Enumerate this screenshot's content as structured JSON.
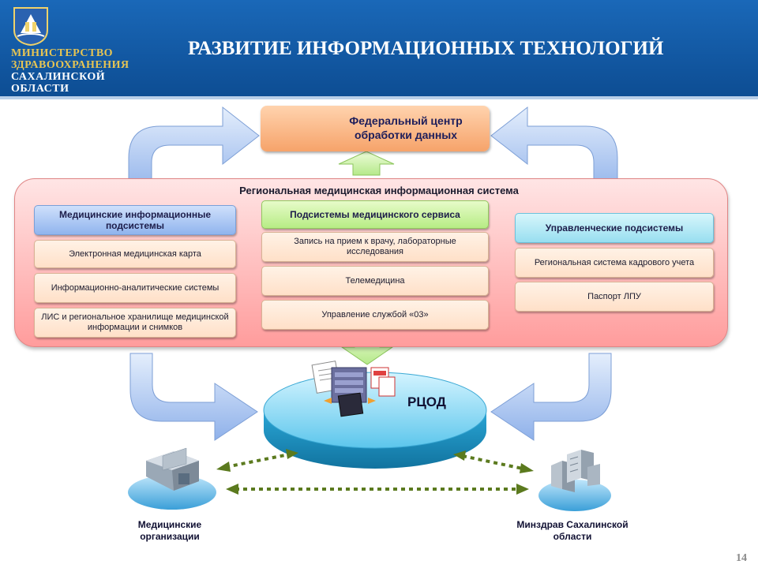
{
  "header": {
    "ministry_line1": "МИНИСТЕРСТВО",
    "ministry_line2": "ЗДРАВООХРАНЕНИЯ",
    "ministry_line3": "САХАЛИНСКОЙ",
    "ministry_line4": "ОБЛАСТИ",
    "title": "РАЗВИТИЕ ИНФОРМАЦИОННЫХ ТЕХНОЛОГИЙ"
  },
  "federal_center": {
    "line1": "Федеральный центр",
    "line2": "обработки данных"
  },
  "regional_system": {
    "title": "Региональная медицинская информационная система",
    "columns": [
      {
        "header": "Медицинские информационные подсистемы",
        "items": [
          "Электронная медицинская карта",
          "Информационно-аналитические системы",
          "ЛИС и региональное хранилище медицинской информации и снимков"
        ]
      },
      {
        "header": "Подсистемы медицинского сервиса",
        "items": [
          "Запись на прием к врачу, лабораторные исследования",
          "Телемедицина",
          "Управление службой «03»"
        ]
      },
      {
        "header": "Управленческие подсистемы",
        "items": [
          "Региональная система кадрового учета",
          "Паспорт ЛПУ"
        ]
      }
    ]
  },
  "rcod": {
    "label": "РЦОД"
  },
  "endpoints": {
    "left": "Медицинские организации",
    "right": "Минздрав Сахалинской области"
  },
  "page_number": "14",
  "colors": {
    "header_blue": "#1565b5",
    "ministry_gold": "#e7c553",
    "federal_orange": "#f6a36a",
    "panel_pink": "#ffb3b3",
    "arrow_blue": "#a8c4f0",
    "arrow_green": "#c9f0a0",
    "disk_cyan": "#35b5dd",
    "dotted_green": "#5b7a1e"
  }
}
